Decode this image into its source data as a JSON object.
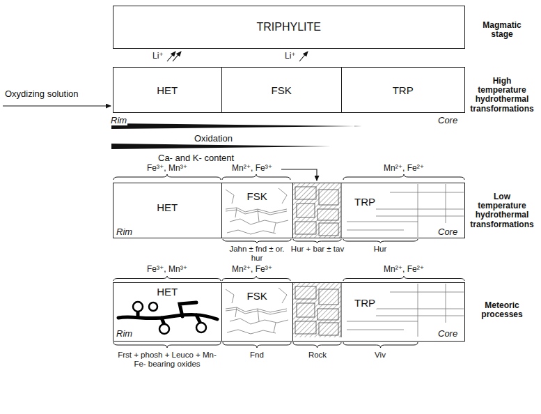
{
  "diagram": {
    "nodes": [
      {
        "text": [
          "TRIPHYLITE"
        ]
      },
      {
        "text": [
          "HET"
        ]
      },
      {
        "text": [
          "FSK"
        ]
      },
      {
        "text": [
          "TRP"
        ]
      },
      {
        "text": [
          "HET"
        ]
      },
      {
        "text": [
          "FSK"
        ]
      },
      {
        "text": [
          "TRP"
        ]
      },
      {
        "text": [
          "HET"
        ]
      },
      {
        "text": [
          "FSK"
        ]
      },
      {
        "text": [
          "TRP"
        ]
      }
    ],
    "labels": [
      "Li⁺",
      "Li⁺",
      "Oxydizing solution",
      "Magmatic stage",
      "High temperature hydrothermal transformations",
      "Rim",
      "Core",
      "Oxidation",
      "Ca- and K- content",
      "Fe³⁺, Mn³⁺",
      "Mn²⁺, Fe³⁺",
      "Mn²⁺, Fe²⁺",
      "Low temperature hydrothermal transformations",
      "Rim",
      "Core",
      "Jahn ± fnd ± or. hur",
      "Hur + bar ± tav",
      "Hur",
      "Fe³⁺, Mn³⁺",
      "Mn²⁺, Fe³⁺",
      "Mn²⁺, Fe²⁺",
      "Meteoric processes",
      "Rim",
      "Core",
      "Frst + phosh + Leuco + Mn- Fe- bearing oxides",
      "Fnd",
      "Rock",
      "Viv"
    ]
  }
}
